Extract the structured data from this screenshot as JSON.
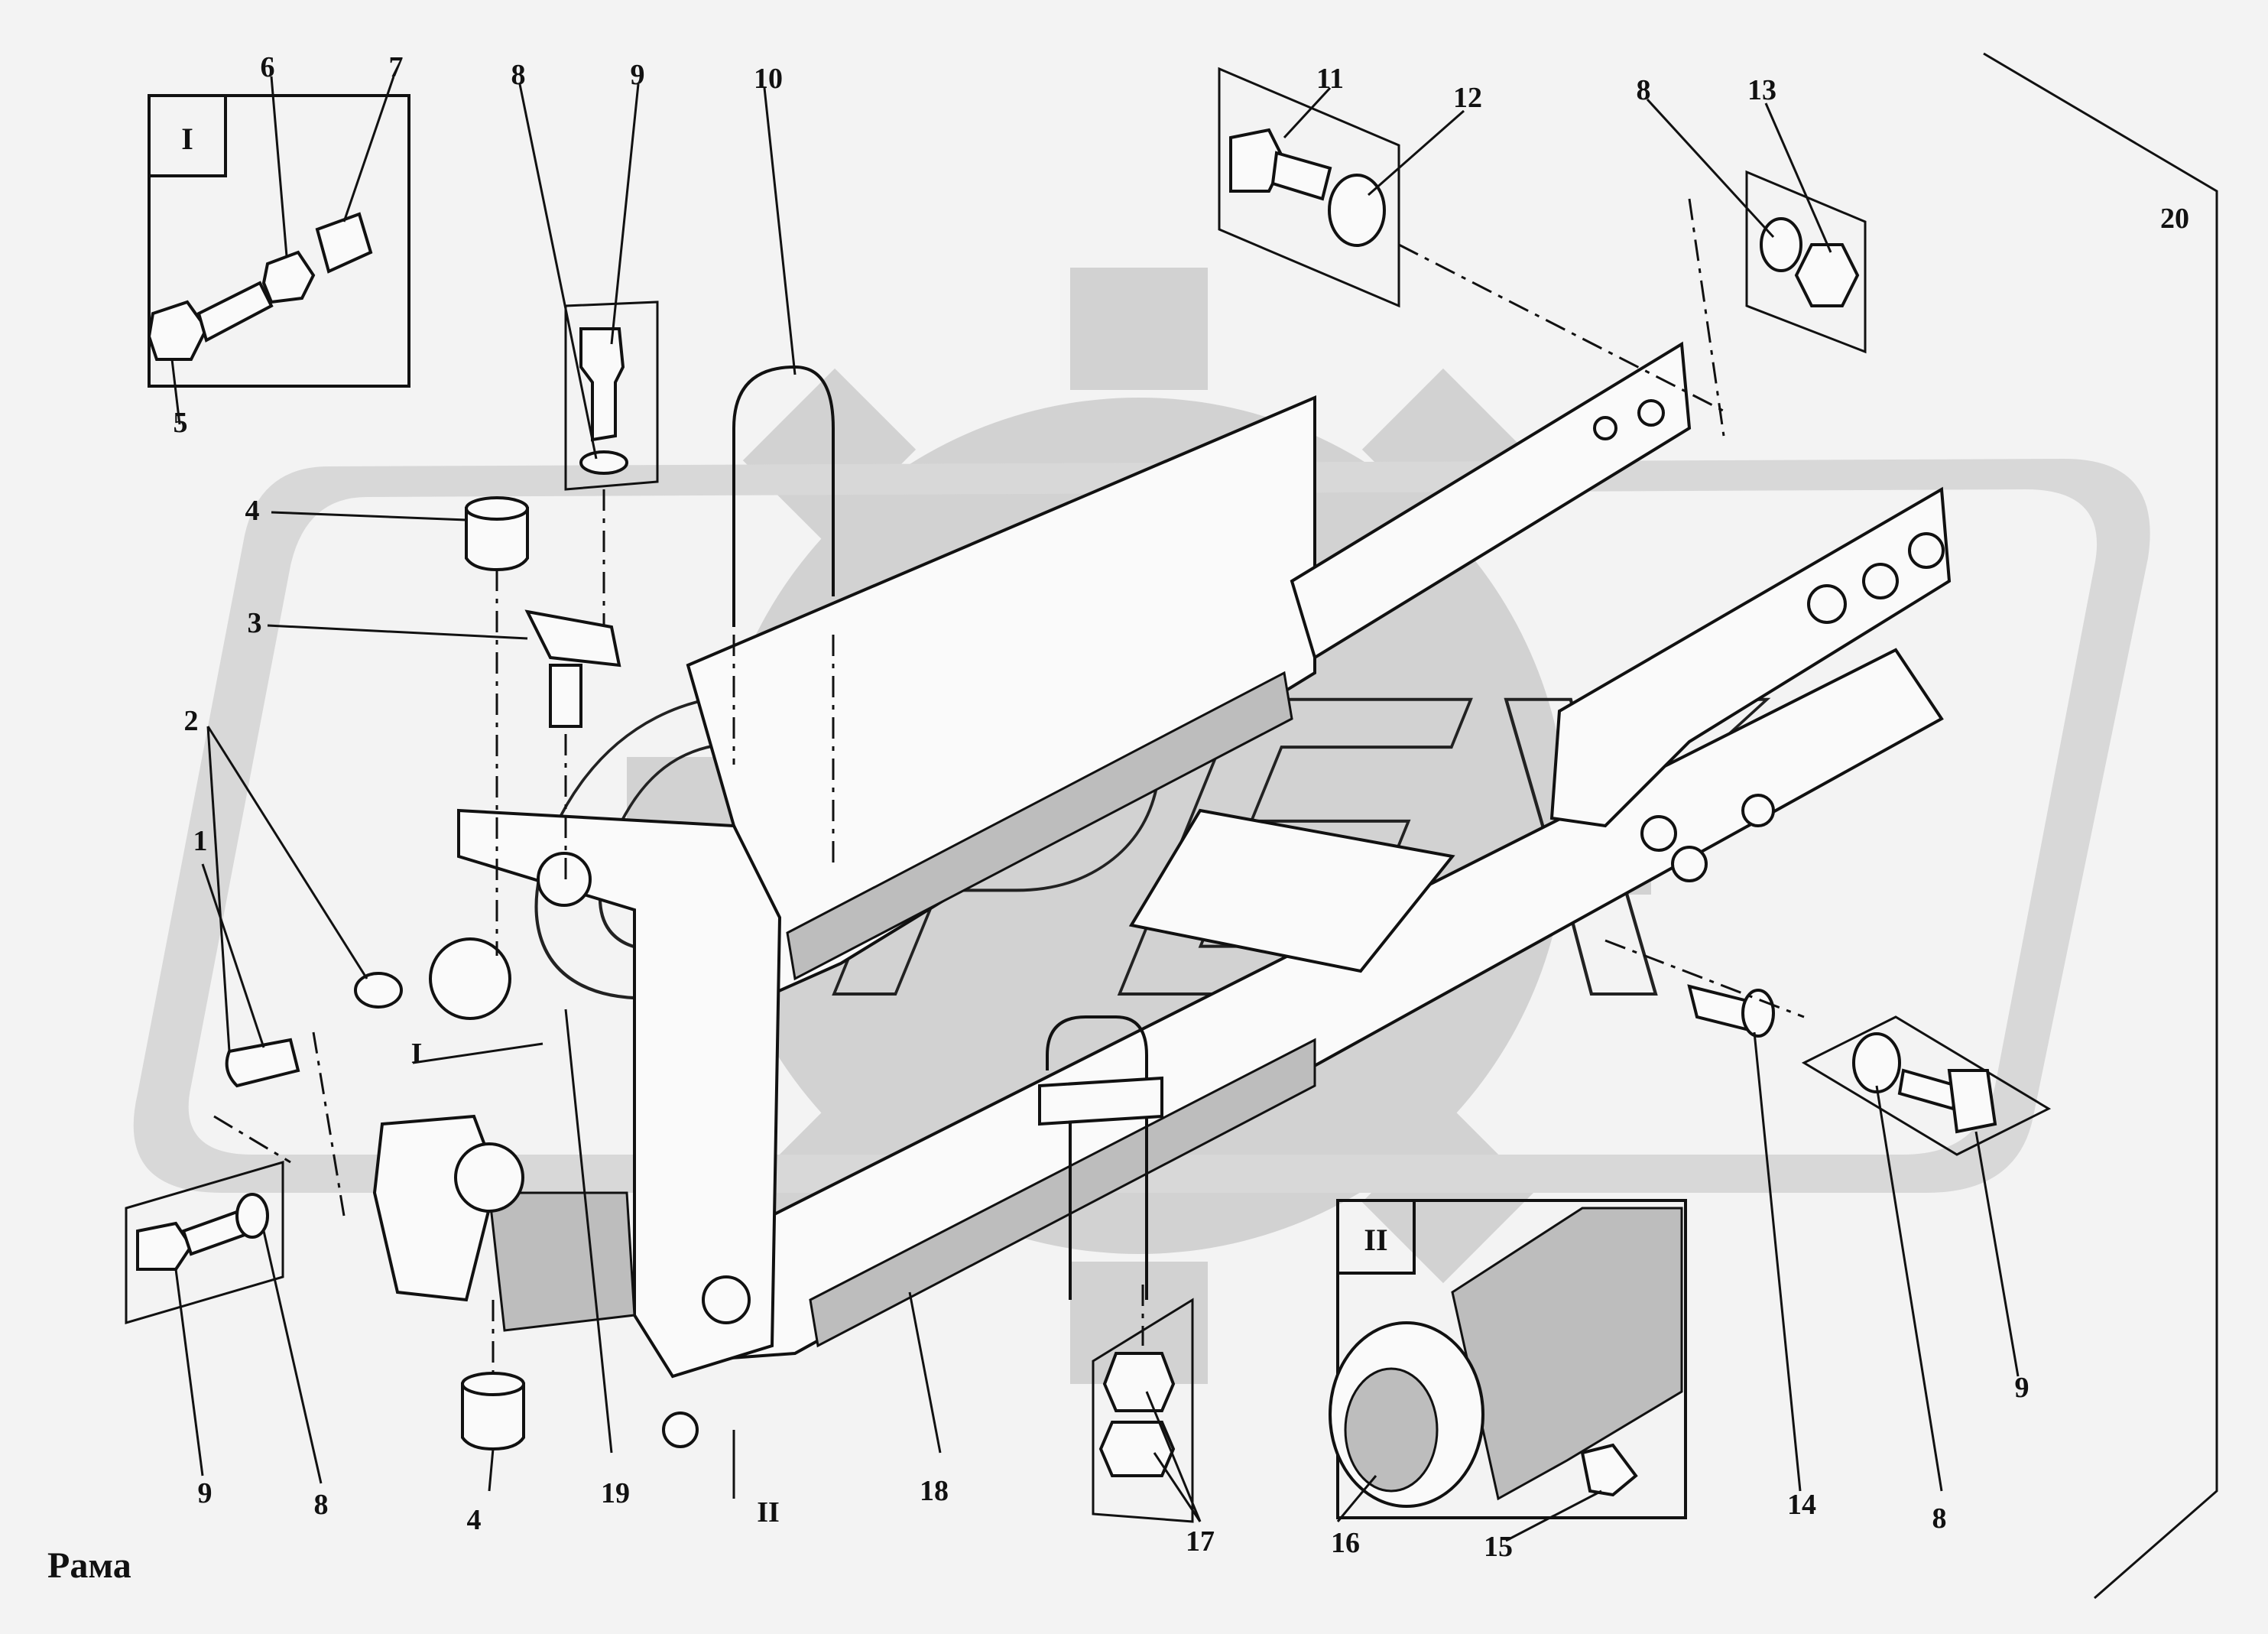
{
  "caption": "Рама",
  "watermark": "OPEX",
  "insets": {
    "detail_1": "I",
    "detail_2": "II"
  },
  "detail_markers": {
    "marker_1": "I",
    "marker_2": "II"
  },
  "callouts": {
    "c1": "1",
    "c2": "2",
    "c3": "3",
    "c4_top": "4",
    "c4_bottom": "4",
    "c5": "5",
    "c6": "6",
    "c7": "7",
    "c8_top": "8",
    "c8_left": "8",
    "c8_right_top": "8",
    "c8_right": "8",
    "c9_top": "9",
    "c9_left": "9",
    "c9_right": "9",
    "c10": "10",
    "c11": "11",
    "c12": "12",
    "c13": "13",
    "c14": "14",
    "c15": "15",
    "c16": "16",
    "c17": "17",
    "c18": "18",
    "c19": "19",
    "c20": "20"
  }
}
